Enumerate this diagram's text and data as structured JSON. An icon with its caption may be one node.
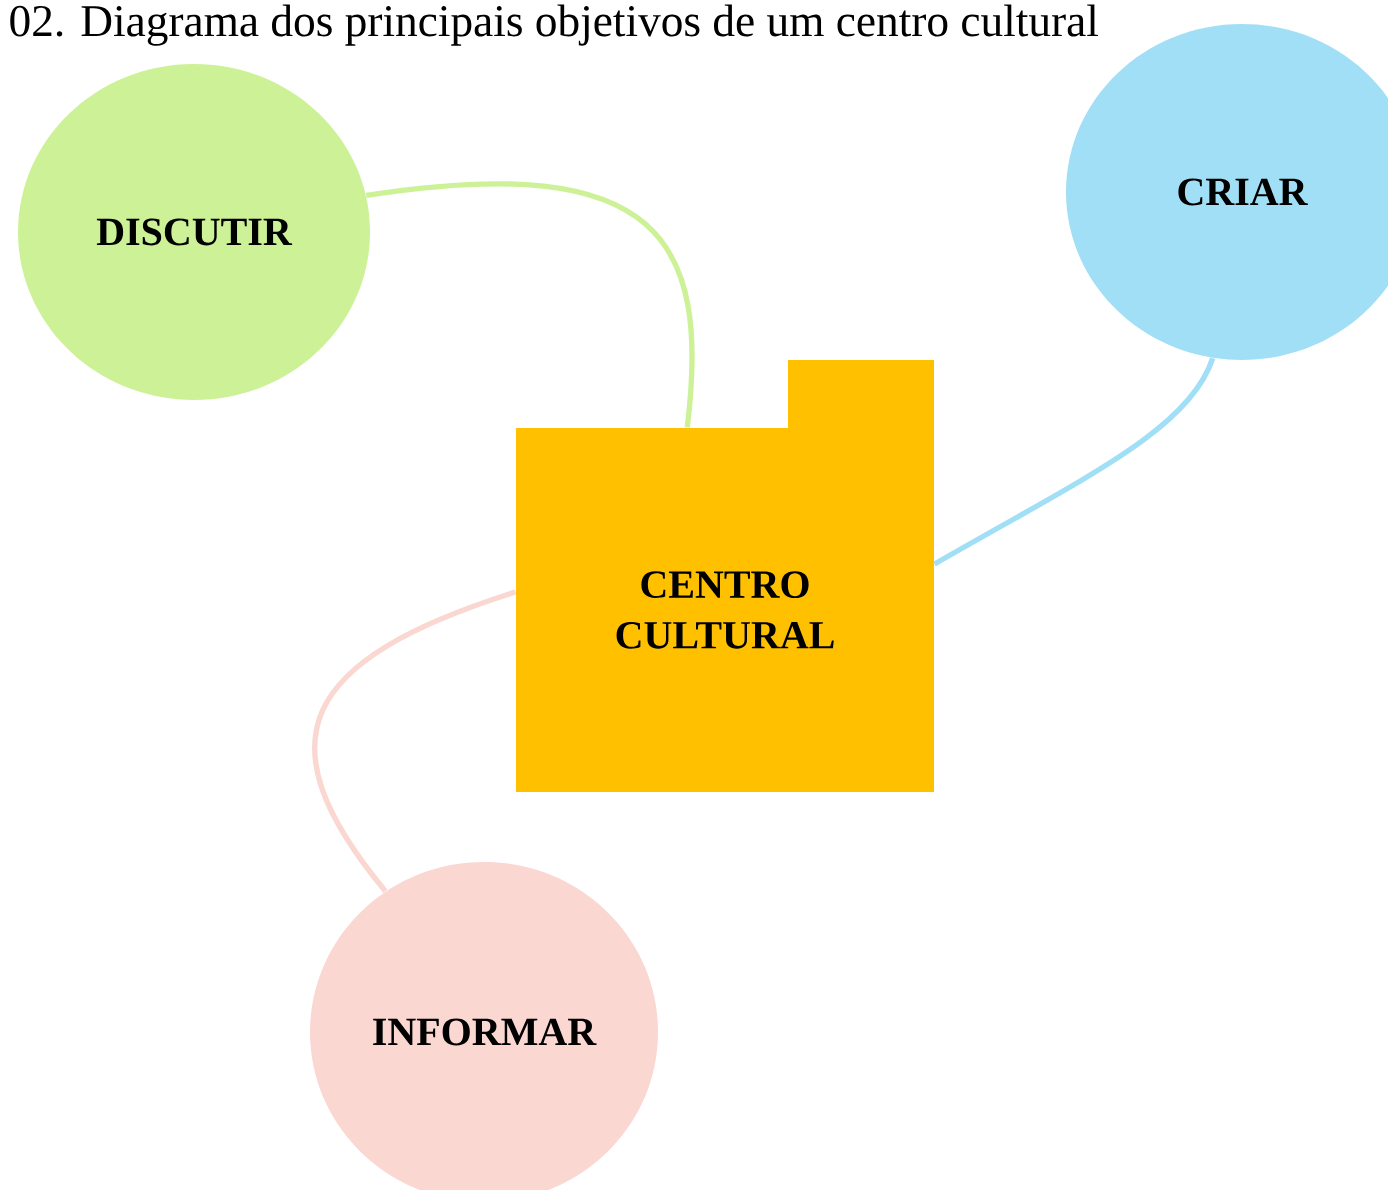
{
  "diagram": {
    "title": "02. Diagrama dos principais objetivos de um centro cultural",
    "nodes": [
      {
        "text": [
          "CENTRO CULTURAL"
        ]
      },
      {
        "text": [
          "DISCUTIR"
        ]
      },
      {
        "text": [
          "CRIAR"
        ]
      },
      {
        "text": [
          "INFORMAR"
        ]
      }
    ],
    "edges": [
      {
        "from": 1,
        "to": 0,
        "arrow": "none",
        "color": "#cdf196"
      },
      {
        "from": 0,
        "to": 2,
        "arrow": "none",
        "color": "#a0dff5"
      },
      {
        "from": 0,
        "to": 3,
        "arrow": "none",
        "color": "#fad7d0"
      }
    ]
  }
}
